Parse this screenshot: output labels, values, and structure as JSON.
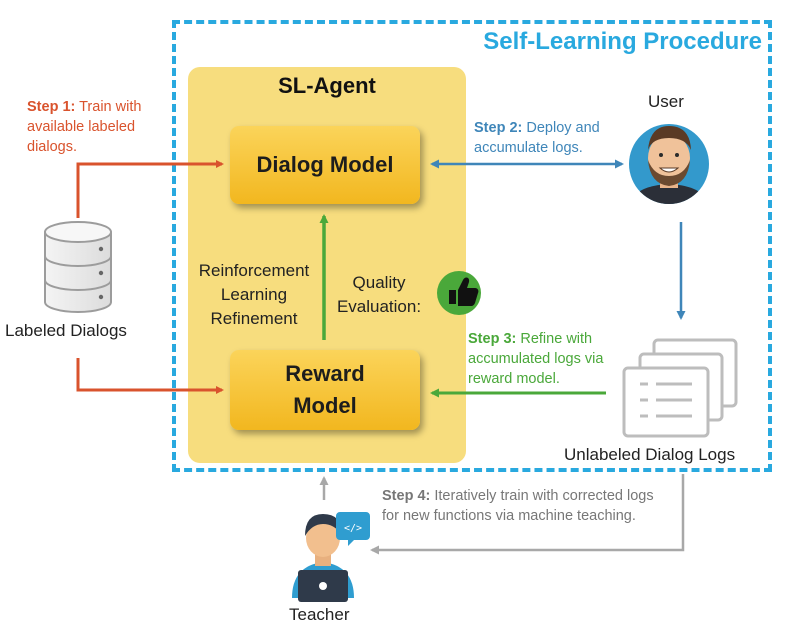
{
  "procedure": {
    "title": "Self-Learning Procedure"
  },
  "agent": {
    "title": "SL-Agent",
    "dialog_model": "Dialog Model",
    "reward_model_line1": "Reward",
    "reward_model_line2": "Model",
    "rl_refinement": [
      "Reinforcement",
      "Learning",
      "Refinement"
    ],
    "quality_evaluation": [
      "Quality",
      "Evaluation:"
    ]
  },
  "steps": {
    "step1": {
      "label": "Step 1:",
      "text": " Train with available labeled dialogs."
    },
    "step2": {
      "label": "Step 2:",
      "text": " Deploy and accumulate logs."
    },
    "step3": {
      "label": "Step 3:",
      "text": " Refine with accumulated logs via reward model."
    },
    "step4": {
      "label": "Step 4:",
      "text": " Iteratively train with corrected logs for new functions via machine teaching."
    }
  },
  "entities": {
    "user": "User",
    "labeled_dialogs": "Labeled Dialogs",
    "unlabeled_logs": "Unlabeled Dialog Logs",
    "teacher": "Teacher"
  },
  "icons": {
    "database": "database-icon",
    "user": "user-avatar-icon",
    "logs": "document-stack-icon",
    "teacher": "teacher-laptop-icon",
    "thumbs_up": "thumbs-up-icon"
  },
  "colors": {
    "procedure_blue": "#29a9df",
    "step1_red": "#d9532d",
    "step2_blue": "#3f86b9",
    "step3_green": "#4aa83a",
    "step4_gray": "#9a9a9a",
    "agent_panel": "#f7dd7e"
  }
}
